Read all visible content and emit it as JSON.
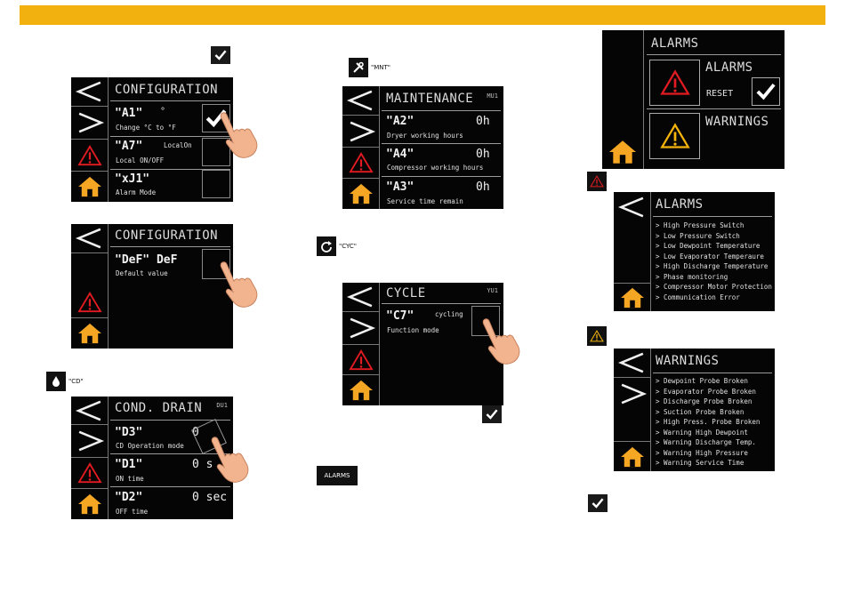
{
  "colors": {
    "accent": "#f2b10e",
    "alarm": "#e21b22",
    "warning": "#f5b40c",
    "screen_bg": "#050505"
  },
  "icons": {
    "prev": "chevron-left-icon",
    "next": "chevron-right-icon",
    "alarm": "alarm-triangle-icon",
    "warning": "warning-triangle-icon",
    "home": "home-icon",
    "confirm": "checkmark-icon",
    "maintenance": "tools-icon",
    "cycle": "refresh-icon",
    "drain": "drop-icon",
    "hand": "pointing-hand-icon"
  },
  "config1": {
    "title": "CONFIGURATION",
    "params": [
      {
        "name": "\"A1\"",
        "extra": "°",
        "desc": "Change °C to °F"
      },
      {
        "name": "\"A7\"",
        "extra": "LocalOn",
        "desc": "Local ON/OFF"
      },
      {
        "name": "\"xJ1\"",
        "extra": "",
        "desc": "Alarm Mode"
      }
    ]
  },
  "config2": {
    "title": "CONFIGURATION",
    "param": {
      "name": "\"DeF\" DeF",
      "desc": "Default value"
    }
  },
  "drain_label": "\"CD\"",
  "drain": {
    "title": "COND. DRAIN",
    "tag": "DU1",
    "params": [
      {
        "name": "\"D3\"",
        "value": "0",
        "desc": "CD Operation mode"
      },
      {
        "name": "\"D1\"",
        "value": "0 s",
        "desc": "ON time"
      },
      {
        "name": "\"D2\"",
        "value": "0 sec",
        "desc": "OFF time"
      }
    ]
  },
  "maint_label": "\"MNT\"",
  "maintenance": {
    "title": "MAINTENANCE",
    "tag": "MU1",
    "params": [
      {
        "name": "\"A2\"",
        "value": "0h",
        "desc": "Dryer working hours"
      },
      {
        "name": "\"A4\"",
        "value": "0h",
        "desc": "Compressor working hours"
      },
      {
        "name": "\"A3\"",
        "value": "0h",
        "desc": "Service time remain"
      }
    ]
  },
  "cycle_label": "\"CYC\"",
  "cycle": {
    "title": "CYCLE",
    "tag": "YU1",
    "param": {
      "name": "\"C7\"",
      "extra": "cycling",
      "desc": "Function mode"
    }
  },
  "alarms_button": "ALARMS",
  "alarms_menu": {
    "title": "ALARMS",
    "alarms": "ALARMS",
    "reset": "RESET",
    "warnings": "WARNINGS"
  },
  "alarms_list": {
    "title": "ALARMS",
    "items": [
      "> High Pressure Switch",
      "> Low Pressure Switch",
      "> Low Dewpoint Temperature",
      "> Low Evaporator Temperaure",
      "> High Discharge Temperature",
      "> Phase monitoring",
      "> Compressor Motor Protection",
      "> Communication Error"
    ]
  },
  "warnings_list": {
    "title": "WARNINGS",
    "items": [
      "> Dewpoint Probe Broken",
      "> Evaporator Probe Broken",
      "> Discharge Probe Broken",
      "> Suction Probe Broken",
      "> High Press. Probe Broken",
      "> Warning High Dewpoint",
      "> Warning Discharge Temp.",
      "> Warning High Pressure",
      "> Warning Service Time"
    ]
  }
}
